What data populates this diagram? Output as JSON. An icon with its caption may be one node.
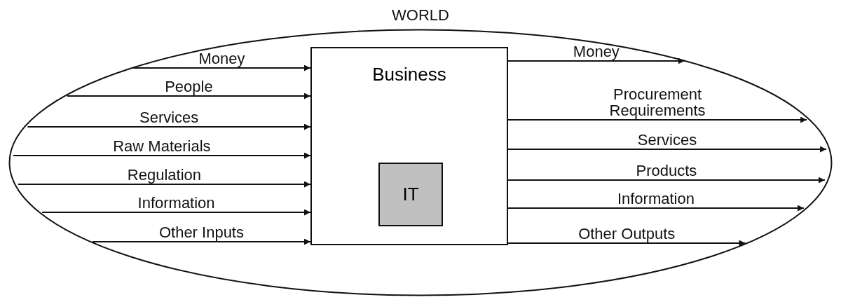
{
  "diagram": {
    "nodes": [
      {
        "text": [
          "WORLD"
        ]
      },
      {
        "text": [
          "Business"
        ],
        "in": 0
      },
      {
        "text": [
          "IT"
        ],
        "in": 1
      }
    ],
    "edges": [
      {
        "from": null,
        "to": 1,
        "arrow": "to",
        "label": "Money"
      },
      {
        "from": null,
        "to": 1,
        "arrow": "to",
        "label": "People"
      },
      {
        "from": null,
        "to": 1,
        "arrow": "to",
        "label": "Services"
      },
      {
        "from": null,
        "to": 1,
        "arrow": "to",
        "label": "Raw Materials"
      },
      {
        "from": null,
        "to": 1,
        "arrow": "to",
        "label": "Regulation"
      },
      {
        "from": null,
        "to": 1,
        "arrow": "to",
        "label": "Information"
      },
      {
        "from": null,
        "to": 1,
        "arrow": "to",
        "label": "Other Inputs"
      },
      {
        "from": 1,
        "to": null,
        "arrow": "to",
        "label": "Money"
      },
      {
        "from": 1,
        "to": null,
        "arrow": "to",
        "label": "Procurement Requirements"
      },
      {
        "from": 1,
        "to": null,
        "arrow": "to",
        "label": "Services"
      },
      {
        "from": 1,
        "to": null,
        "arrow": "to",
        "label": "Products"
      },
      {
        "from": 1,
        "to": null,
        "arrow": "to",
        "label": "Information"
      },
      {
        "from": 1,
        "to": null,
        "arrow": "to",
        "label": "Other Outputs"
      }
    ]
  }
}
